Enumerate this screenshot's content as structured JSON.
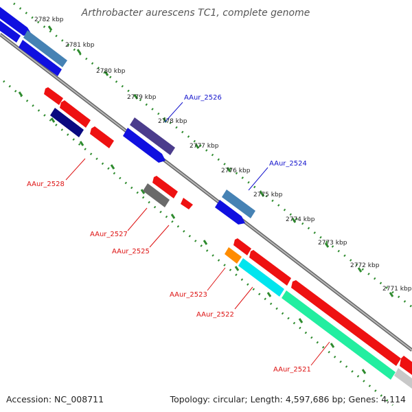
{
  "title": "Arthrobacter aurescens TC1, complete genome",
  "footer": {
    "accession": "Accession: NC_008711",
    "summary": "Topology: circular; Length: 4,597,686 bp; Genes: 4,114"
  },
  "colors": {
    "backbone": "#8a8a8a",
    "ruler_dots": "#2e8b2e",
    "label_reverse": "#dd1111",
    "label_forward": "#1111cc"
  },
  "kbp_ticks": [
    {
      "label": "2782 kbp",
      "kbp": 2782
    },
    {
      "label": "2781 kbp",
      "kbp": 2781
    },
    {
      "label": "2780 kbp",
      "kbp": 2780
    },
    {
      "label": "2779 kbp",
      "kbp": 2779
    },
    {
      "label": "2778 kbp",
      "kbp": 2778
    },
    {
      "label": "2777 kbp",
      "kbp": 2777
    },
    {
      "label": "2776 kbp",
      "kbp": 2776
    },
    {
      "label": "2775 kbp",
      "kbp": 2775
    },
    {
      "label": "2774 kbp",
      "kbp": 2774
    },
    {
      "label": "2773 kbp",
      "kbp": 2773
    },
    {
      "label": "2772 kbp",
      "kbp": 2772
    },
    {
      "label": "2771 kbp",
      "kbp": 2771
    }
  ],
  "gene_labels": [
    {
      "text": "AAur_2528",
      "strand": "reverse"
    },
    {
      "text": "AAur_2527",
      "strand": "reverse"
    },
    {
      "text": "AAur_2526",
      "strand": "forward"
    },
    {
      "text": "AAur_2525",
      "strand": "reverse"
    },
    {
      "text": "AAur_2524",
      "strand": "forward"
    },
    {
      "text": "AAur_2523",
      "strand": "reverse"
    },
    {
      "text": "AAur_2522",
      "strand": "reverse"
    },
    {
      "text": "AAur_2521",
      "strand": "reverse"
    }
  ]
}
